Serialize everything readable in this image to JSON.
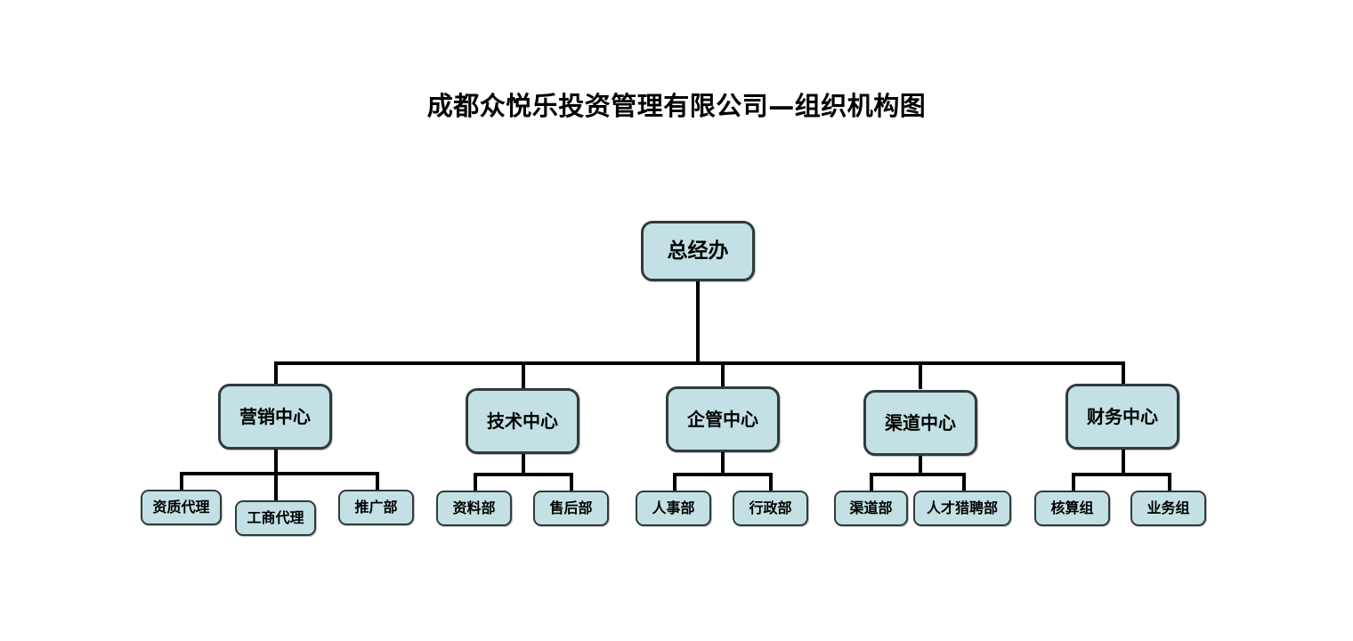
{
  "title": "成都众悦乐投资管理有限公司—组织机构图",
  "colors": {
    "node_fill": "#c3e1e4",
    "node_border": "#2f3b3d",
    "connector": "#000000",
    "text": "#000000",
    "background": "#ffffff"
  },
  "org": {
    "root": {
      "label": "总经办"
    },
    "divisions": [
      {
        "label": "营销中心",
        "children": [
          {
            "label": "资质代理"
          },
          {
            "label": "工商代理"
          },
          {
            "label": "推广部"
          }
        ]
      },
      {
        "label": "技术中心",
        "children": [
          {
            "label": "资料部"
          },
          {
            "label": "售后部"
          }
        ]
      },
      {
        "label": "企管中心",
        "children": [
          {
            "label": "人事部"
          },
          {
            "label": "行政部"
          }
        ]
      },
      {
        "label": "渠道中心",
        "children": [
          {
            "label": "渠道部"
          },
          {
            "label": "人才猎聘部"
          }
        ]
      },
      {
        "label": "财务中心",
        "children": [
          {
            "label": "核算组"
          },
          {
            "label": "业务组"
          }
        ]
      }
    ]
  }
}
